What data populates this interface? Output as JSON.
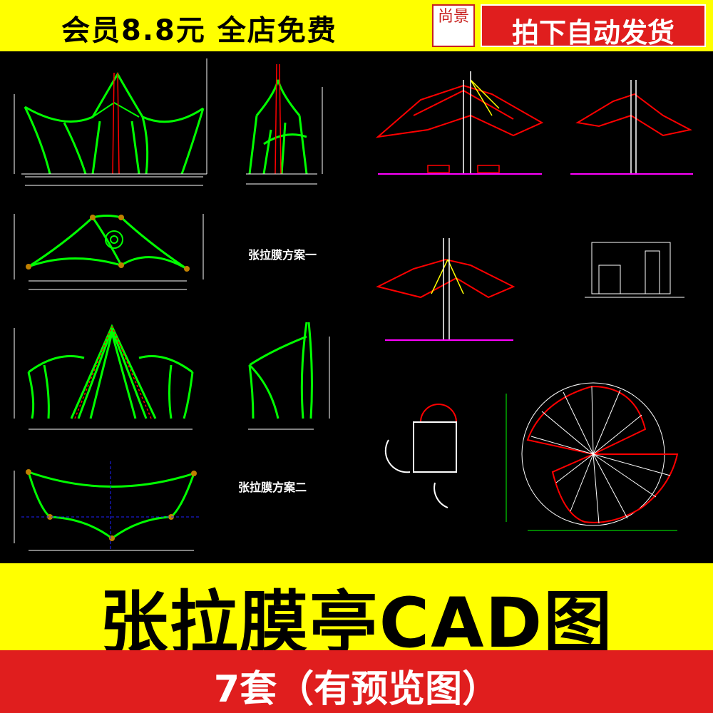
{
  "banner": {
    "promo_text": "会员8.8元 全店免费",
    "seal_text": "尚景",
    "button_label": "拍下自动发货"
  },
  "drawing": {
    "scheme_one": "张拉膜方案一",
    "scheme_two": "张拉膜方案二"
  },
  "title": "张拉膜亭CAD图",
  "subtitle": "7套（有预览图）",
  "colors": {
    "yellow": "#ffff00",
    "red": "#e01e1e",
    "cad_green": "#00ff00",
    "cad_red": "#ff0000"
  }
}
